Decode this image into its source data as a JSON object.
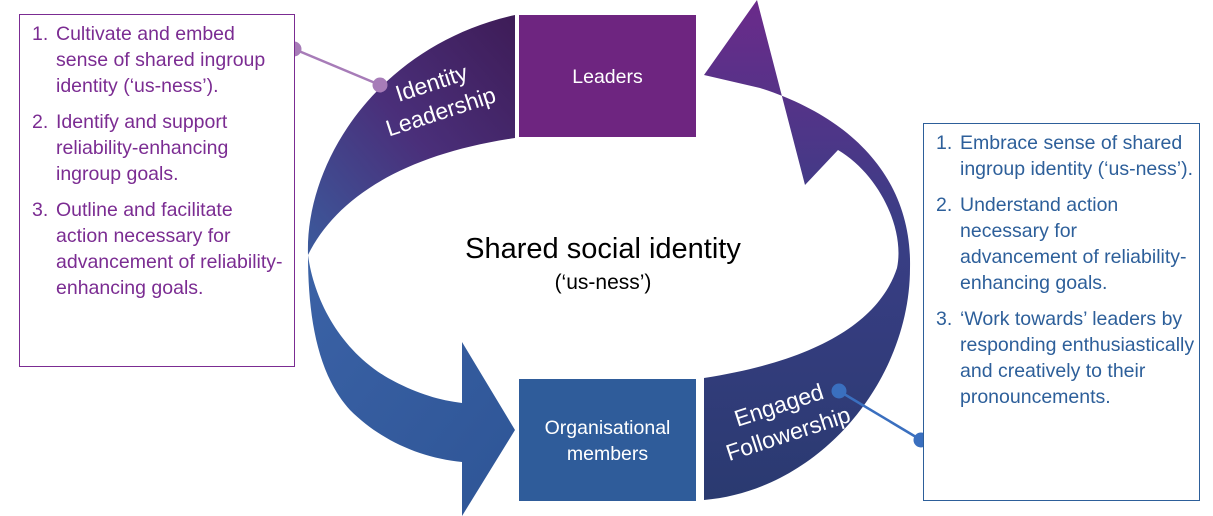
{
  "center": {
    "title": "Shared social identity",
    "subtitle": "(‘us-ness’)"
  },
  "nodes": {
    "leaders": "Leaders",
    "members_line1": "Organisational",
    "members_line2": "members"
  },
  "arrows": {
    "identity_leadership": {
      "line1": "Identity",
      "line2": "Leadership"
    },
    "engaged_followership": {
      "line1": "Engaged",
      "line2": "Followership"
    }
  },
  "left_box": {
    "items": [
      {
        "num": "1.",
        "text": "Cultivate and embed sense of shared ingroup identity (‘us-ness’)."
      },
      {
        "num": "2.",
        "text": "Identify and support reliability-enhancing ingroup goals."
      },
      {
        "num": "3.",
        "text": "Outline and facilitate action necessary for advancement of reliability-enhancing goals."
      }
    ]
  },
  "right_box": {
    "items": [
      {
        "num": "1.",
        "text": "Embrace sense of shared ingroup identity (‘us-ness’)."
      },
      {
        "num": "2.",
        "text": "Understand action necessary for advancement of reliability-enhancing goals."
      },
      {
        "num": "3.",
        "text": "‘Work towards’ leaders by responding enthusiastically and creatively to their pronouncements."
      }
    ]
  },
  "colors": {
    "purple_dark": "#4a1f63",
    "purple": "#6b2a8a",
    "leader_box": "#6e2580",
    "blue": "#2f5f9d",
    "blue_dark": "#2d3b72",
    "left_text": "#7b2c92",
    "right_text": "#2d5f9a",
    "left_connector": "#a77cb8",
    "right_connector": "#3a6fbf"
  }
}
